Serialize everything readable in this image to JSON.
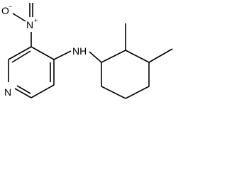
{
  "molecule": {
    "labels": {
      "nitro_o_minus": "O",
      "nitro_o_minus_charge": "−",
      "nitro_n_plus": "N",
      "nitro_n_plus_charge": "+",
      "amine": "NH",
      "ring_n": "N"
    }
  }
}
